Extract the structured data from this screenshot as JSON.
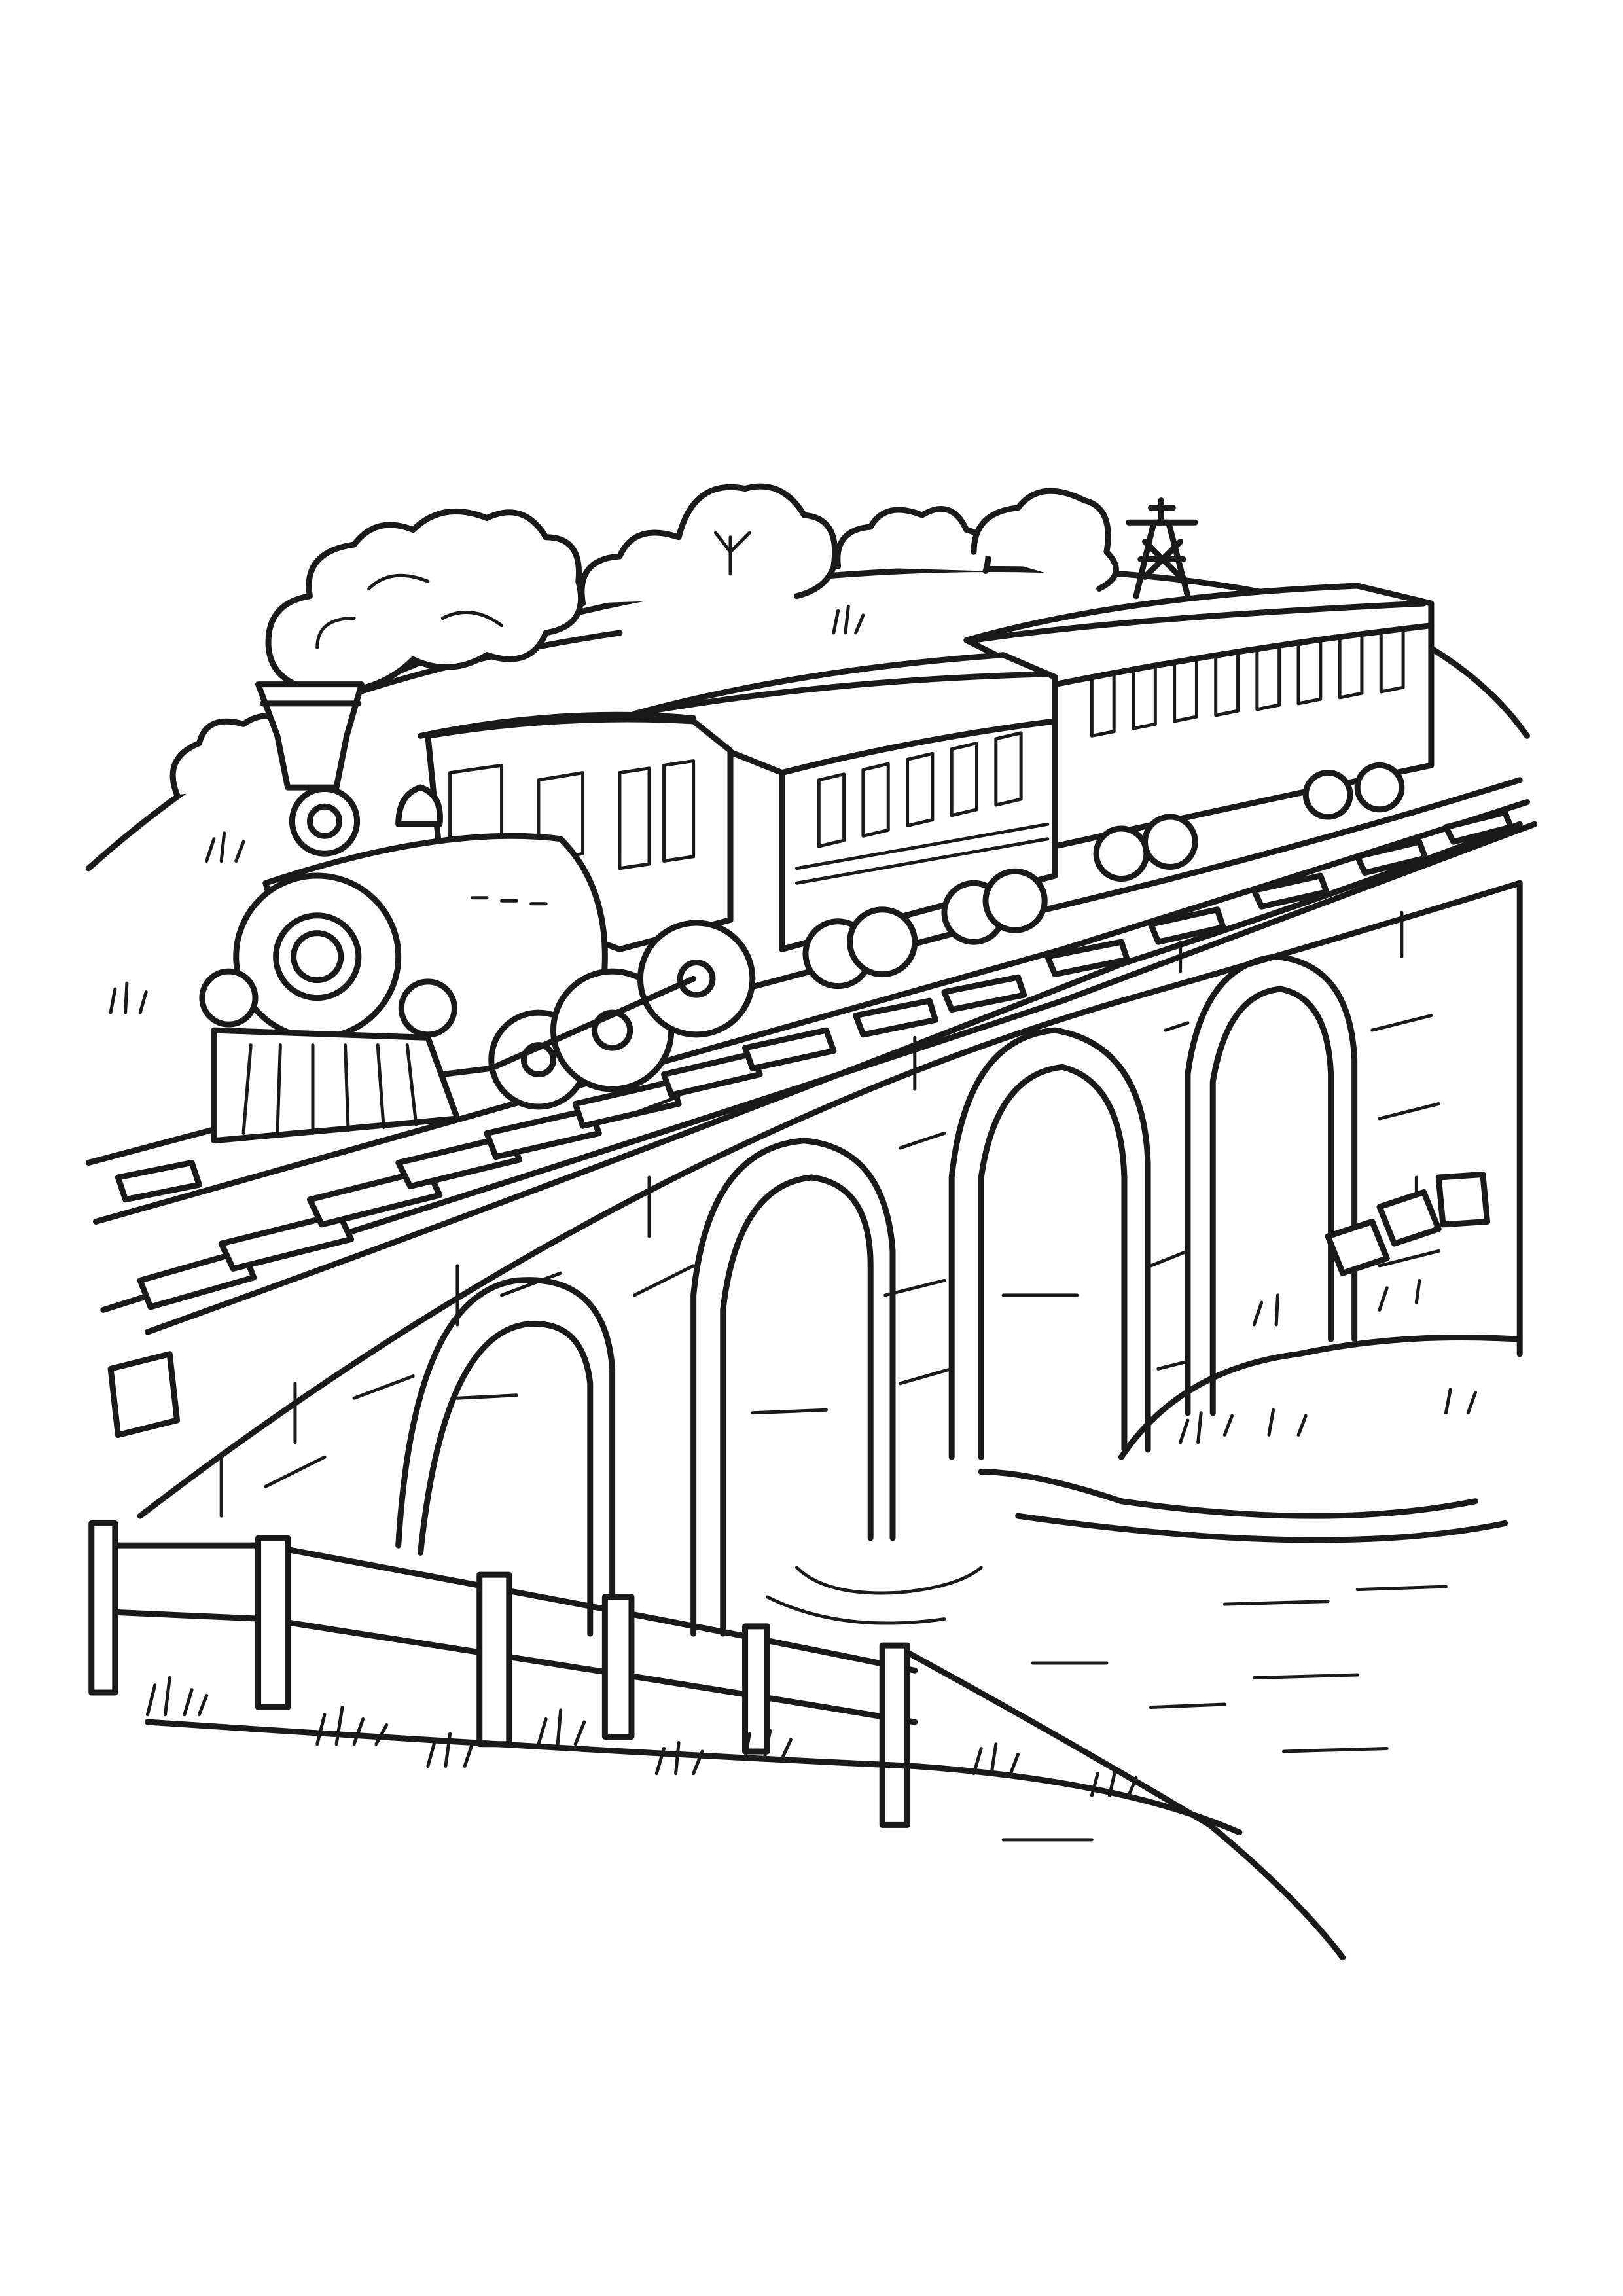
{
  "page": {
    "background": "#ffffff",
    "line_color": "#1a1a1a"
  },
  "scene": {
    "subjects": [
      "steam-locomotive",
      "passenger-car",
      "passenger-car",
      "arched-stone-bridge",
      "river",
      "wooden-fence",
      "hills",
      "trees",
      "tower"
    ],
    "bridge_arch_count": 4,
    "passenger_car_count": 2,
    "style": "line-art coloring page"
  }
}
